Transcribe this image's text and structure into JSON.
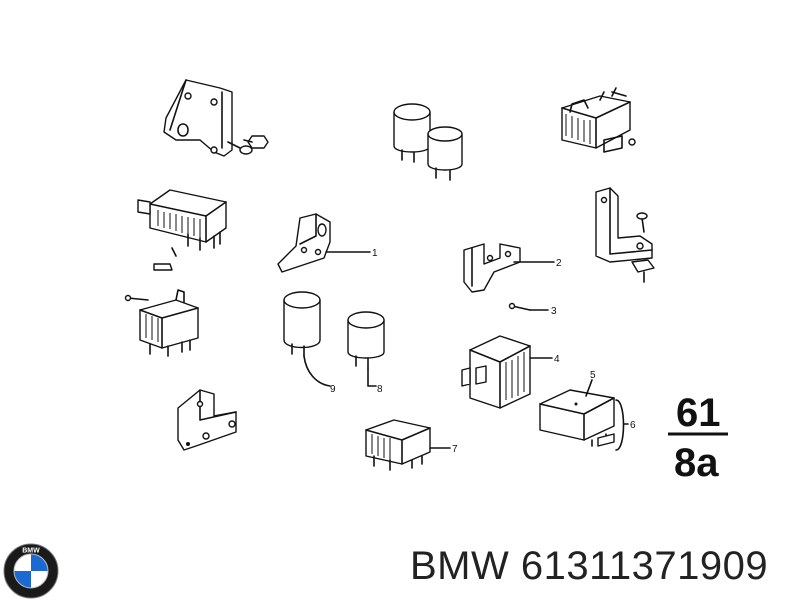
{
  "diagram": {
    "group_number": {
      "major": "61",
      "minor": "8a"
    },
    "callouts": [
      {
        "id": "c1",
        "label": "1"
      },
      {
        "id": "c2",
        "label": "2"
      },
      {
        "id": "c3",
        "label": "3"
      },
      {
        "id": "c4",
        "label": "4"
      },
      {
        "id": "c5",
        "label": "5"
      },
      {
        "id": "c6",
        "label": "6"
      },
      {
        "id": "c7",
        "label": "7"
      },
      {
        "id": "c8",
        "label": "8"
      },
      {
        "id": "c9",
        "label": "9"
      }
    ]
  },
  "footer": {
    "logo_text": "BMW",
    "part_caption": "BMW 61311371909"
  },
  "colors": {
    "ink": "#111111",
    "logo_blue": "#1c69d4"
  }
}
